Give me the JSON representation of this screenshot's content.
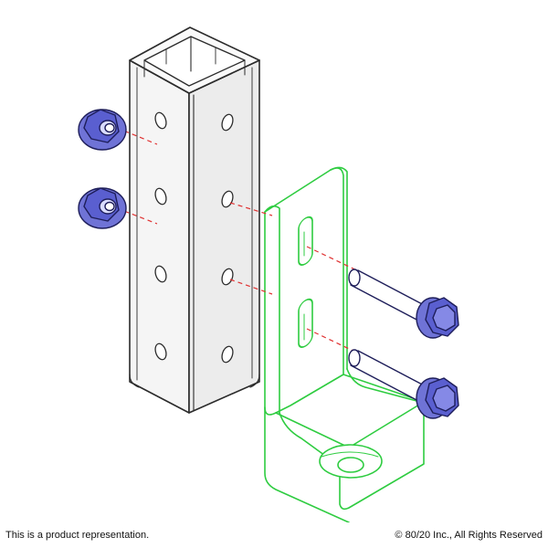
{
  "footer": {
    "disclaimer": "This is a product representation.",
    "copyright": "© 80/20 Inc., All Rights Reserved"
  },
  "colors": {
    "profile_outline": "#2b2b2b",
    "profile_fill": "#f4f4f4",
    "bracket_outline": "#2ecc40",
    "fastener_fill": "#3b3fa8",
    "fastener_outline": "#1e1e5a",
    "guide_line": "#e03030",
    "background": "#ffffff"
  },
  "parts": [
    {
      "id": "square-tube-profile",
      "kind": "profile"
    },
    {
      "id": "corner-bracket",
      "kind": "bracket"
    },
    {
      "id": "flange-nut",
      "kind": "nut",
      "quantity": 2
    },
    {
      "id": "flange-bolt",
      "kind": "bolt",
      "quantity": 2
    }
  ]
}
